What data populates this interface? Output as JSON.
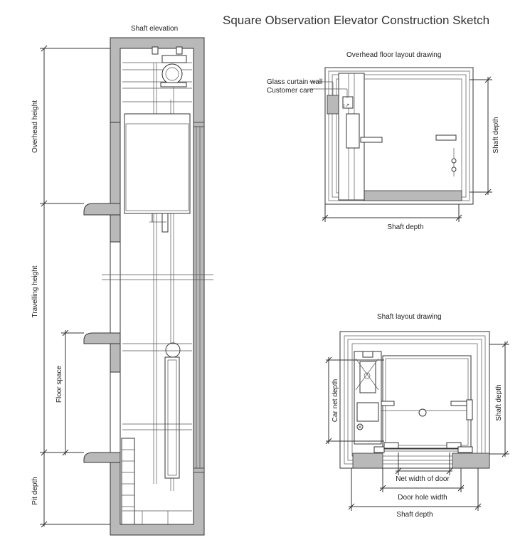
{
  "title": "Square Observation Elevator Construction Sketch",
  "shaft_elevation": {
    "caption": "Shaft elevation",
    "labels": {
      "overhead_height": "Overhead height",
      "travelling_height": "Travelling height",
      "floor_space": "Floor space",
      "pit_depth": "Pit depth"
    }
  },
  "overhead_layout": {
    "caption": "Overhead floor layout drawing",
    "labels": {
      "glass_curtain_wall": "Glass curtain wall",
      "customer_care": "Customer care",
      "shaft_depth_right": "Shaft depth",
      "shaft_depth_bottom": "Shaft depth"
    }
  },
  "shaft_layout": {
    "caption": "Shaft layout drawing",
    "labels": {
      "car_net_depth": "Car net depth",
      "shaft_depth_right": "Shaft depth",
      "net_width_of_door": "Net width of door",
      "door_hole_width": "Door hole width",
      "shaft_depth_bottom": "Shaft depth"
    }
  }
}
